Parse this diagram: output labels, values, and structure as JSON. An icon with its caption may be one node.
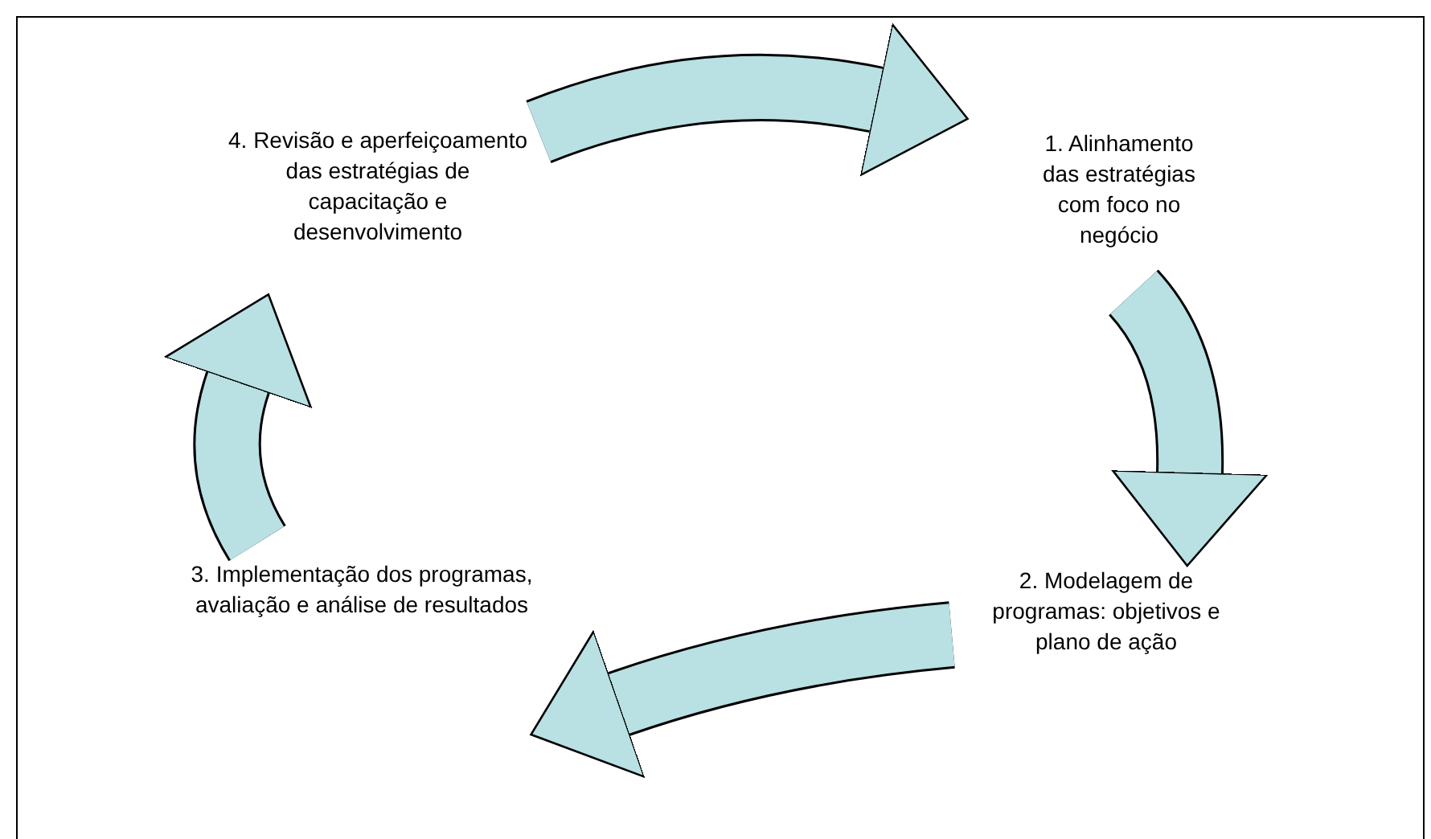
{
  "diagram": {
    "nodes": [
      {
        "text": [
          "1. Alinhamento das estratégias com foco no negócio"
        ]
      },
      {
        "text": [
          "2. Modelagem de programas: objetivos e plano de ação"
        ]
      },
      {
        "text": [
          "3. Implementação dos programas, avaliação e análise de resultados"
        ]
      },
      {
        "text": [
          "4. Revisão e aperfeiçoamento das estratégias de capacitação e desenvolvimento"
        ]
      }
    ],
    "edges": [
      {
        "from": 3,
        "to": 0,
        "arrow": "to"
      },
      {
        "from": 0,
        "to": 1,
        "arrow": "to"
      },
      {
        "from": 1,
        "to": 2,
        "arrow": "to"
      },
      {
        "from": 2,
        "to": 3,
        "arrow": "to"
      }
    ]
  }
}
